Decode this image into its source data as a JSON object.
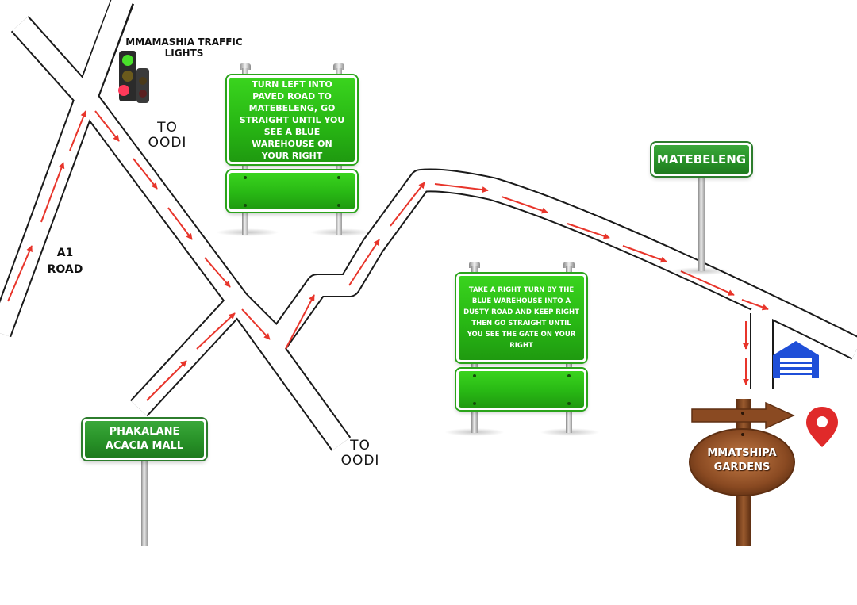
{
  "labels": {
    "traffic_lights": "MMAMASHIA TRAFFIC LIGHTS",
    "to_oodi_top": "TO OODI",
    "to_oodi_bottom": "TO OODI",
    "a1_road": "A1 ROAD"
  },
  "signs": {
    "paved_road": "TURN LEFT INTO PAVED ROAD TO MATEBELENG, GO STRAIGHT UNTIL YOU SEE A BLUE WAREHOUSE ON YOUR RIGHT",
    "right_turn": "TAKE A RIGHT TURN BY THE BLUE WAREHOUSE INTO A DUSTY ROAD AND KEEP RIGHT THEN GO STRAIGHT UNTIL YOU SEE THE GATE ON YOUR RIGHT",
    "matebeleng": "MATEBELENG",
    "phakalane": "PHAKALANE ACACIA MALL",
    "destination": "MMATSHIPA GARDENS"
  },
  "icons": {
    "traffic_light": "traffic-light-icon",
    "warehouse": "warehouse-icon",
    "location_pin": "location-pin-icon",
    "wooden_arrow": "wooden-arrow-sign-icon"
  },
  "colors": {
    "route_arrow": "#e8352b",
    "road_outline": "#1a1a1a",
    "sign_green": "#2cc116",
    "warehouse_blue": "#1f4fd8",
    "pin_red": "#e02a2a",
    "wood": "#8a4a22"
  }
}
